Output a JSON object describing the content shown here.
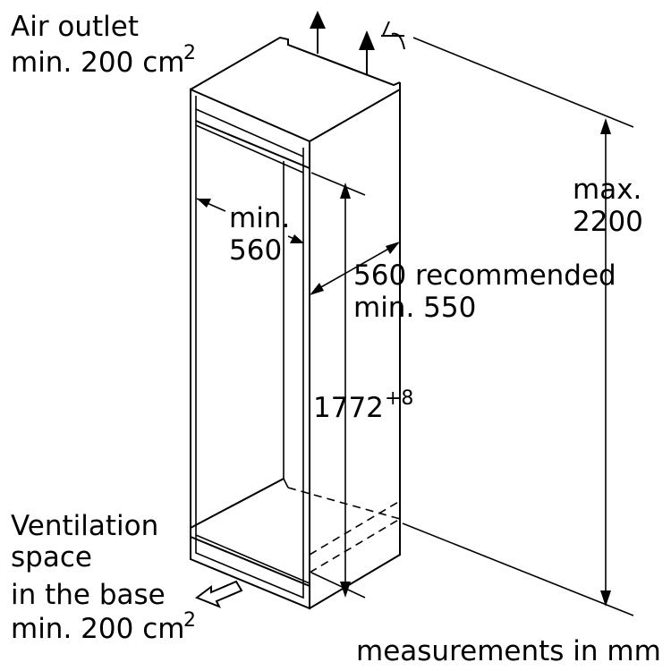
{
  "labels": {
    "air_outlet_1": "Air outlet",
    "air_outlet_2": "min. 200 cm",
    "air_outlet_sup": "2",
    "width_1": "min.",
    "width_2": "560",
    "depth_1": "560 recommended",
    "depth_2": "min. 550",
    "height_niche": "1772",
    "height_niche_sup": "+8",
    "height_max_1": "max.",
    "height_max_2": "2200",
    "vent_1": "Ventilation",
    "vent_2": "space",
    "vent_3": "in the base",
    "vent_4": "min. 200 cm",
    "vent_sup": "2",
    "footer": "measurements in mm"
  }
}
